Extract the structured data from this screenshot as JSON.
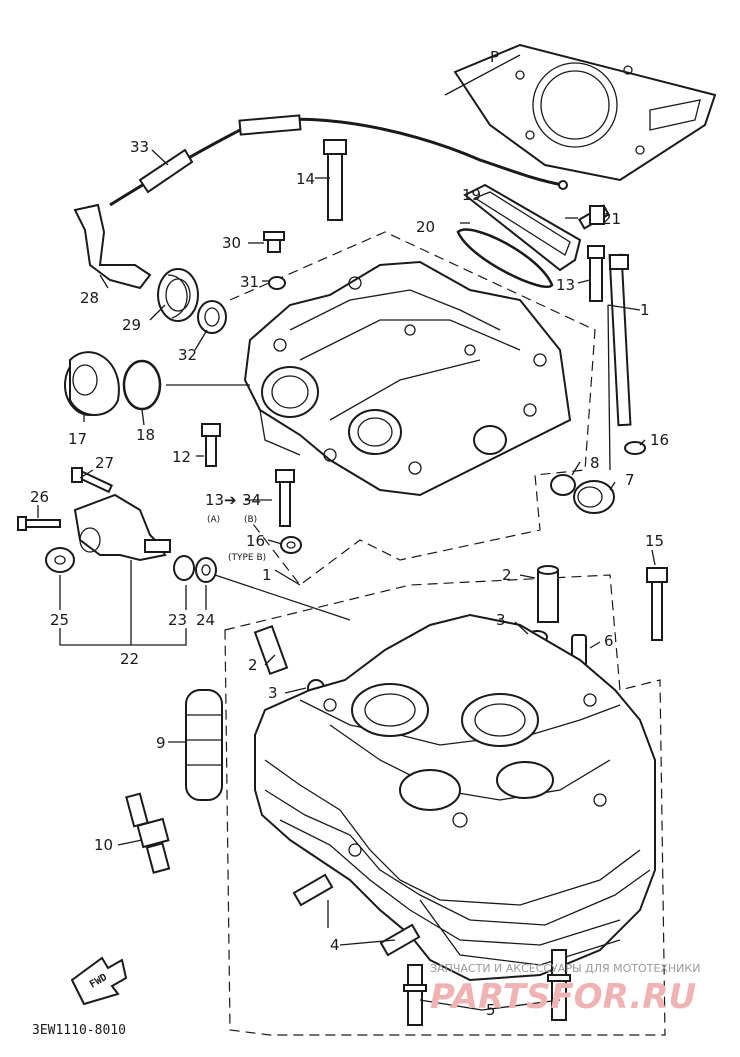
{
  "diagram_code": "3EW1110-8010",
  "fwd_label": "FWD",
  "watermark": "ЗАПЧАСТИ И АКСЕССУАРЫ ДЛЯ МОТОТЕХНИКИ",
  "watermark_logo": "PARTSFOR.RU",
  "gasket_label": "P",
  "labels": {
    "l1a": "1",
    "l1b": "1",
    "l2a": "2",
    "l2b": "2",
    "l3a": "3",
    "l3b": "3",
    "l4": "4",
    "l5": "5",
    "l6": "6",
    "l7": "7",
    "l8": "8",
    "l9": "9",
    "l10": "10",
    "l12": "12",
    "l13a": "13",
    "l13b": "13",
    "l14": "14",
    "l15": "15",
    "l16a": "16",
    "l16b": "16",
    "l17": "17",
    "l18": "18",
    "l19": "19",
    "l20": "20",
    "l21": "21",
    "l22": "22",
    "l23": "23",
    "l24": "24",
    "l25": "25",
    "l26": "26",
    "l27": "27",
    "l28": "28",
    "l29": "29",
    "l30": "30",
    "l31": "31",
    "l32": "32",
    "l33": "33",
    "l34": "34"
  },
  "notes": {
    "type_a": "(A)",
    "type_b": "(B)",
    "type_b_full": "(TYPE B)"
  }
}
